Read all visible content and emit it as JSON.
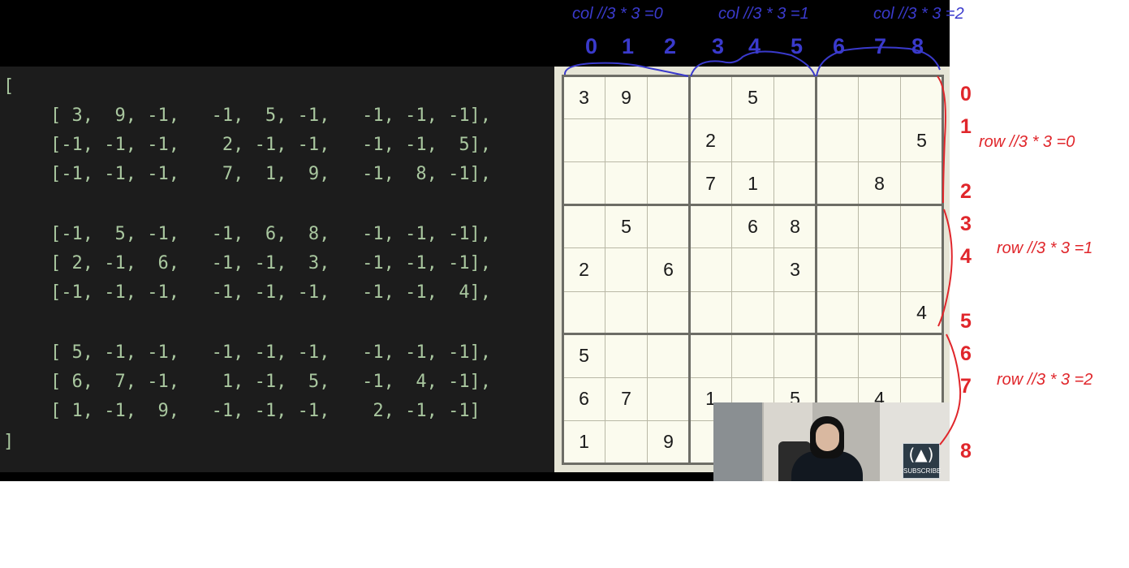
{
  "code_panel": {
    "open_bracket": "[",
    "close_bracket": "]",
    "lines": [
      "[ 3,  9, -1,   -1,  5, -1,   -1, -1, -1],",
      "[-1, -1, -1,    2, -1, -1,   -1, -1,  5],",
      "[-1, -1, -1,    7,  1,  9,   -1,  8, -1],",
      "[-1,  5, -1,   -1,  6,  8,   -1, -1, -1],",
      "[ 2, -1,  6,   -1, -1,  3,   -1, -1, -1],",
      "[-1, -1, -1,   -1, -1, -1,   -1, -1,  4],",
      "[ 5, -1, -1,   -1, -1, -1,   -1, -1, -1],",
      "[ 6,  7, -1,    1, -1,  5,   -1,  4, -1],",
      "[ 1, -1,  9,   -1, -1, -1,    2, -1, -1]"
    ]
  },
  "board": {
    "rows": [
      [
        "3",
        "9",
        "",
        "",
        "5",
        "",
        "",
        "",
        ""
      ],
      [
        "",
        "",
        "",
        "2",
        "",
        "",
        "",
        "",
        "5"
      ],
      [
        "",
        "",
        "",
        "7",
        "1",
        "",
        "",
        "8",
        ""
      ],
      [
        "",
        "5",
        "",
        "",
        "6",
        "8",
        "",
        "",
        ""
      ],
      [
        "2",
        "",
        "6",
        "",
        "",
        "3",
        "",
        "",
        ""
      ],
      [
        "",
        "",
        "",
        "",
        "",
        "",
        "",
        "",
        "4"
      ],
      [
        "5",
        "",
        "",
        "",
        "",
        "",
        "",
        "",
        ""
      ],
      [
        "6",
        "7",
        "",
        "1",
        "",
        "5",
        "",
        "4",
        ""
      ],
      [
        "1",
        "",
        "9",
        "",
        "",
        "",
        "",
        "",
        ""
      ]
    ]
  },
  "annotations": {
    "col_groups": [
      "col //3 * 3 =0",
      "col //3 * 3 =1",
      "col //3 * 3 =2"
    ],
    "col_numbers": [
      "0",
      "1",
      "2",
      "3",
      "4",
      "5",
      "6",
      "7",
      "8"
    ],
    "row_groups": [
      "row //3 * 3 =0",
      "row //3 * 3 =1",
      "row //3 * 3 =2"
    ],
    "row_numbers": [
      "0",
      "1",
      "2",
      "3",
      "4",
      "5",
      "6",
      "7",
      "8"
    ]
  },
  "webcam": {
    "badge_label": "SUBSCRIBE",
    "badge_icon": "flame-icon"
  },
  "colors": {
    "col_annotation": "#3a3acc",
    "row_annotation": "#e0262b",
    "code_text": "#a9c79f",
    "board_cell": "#fbfbee"
  }
}
